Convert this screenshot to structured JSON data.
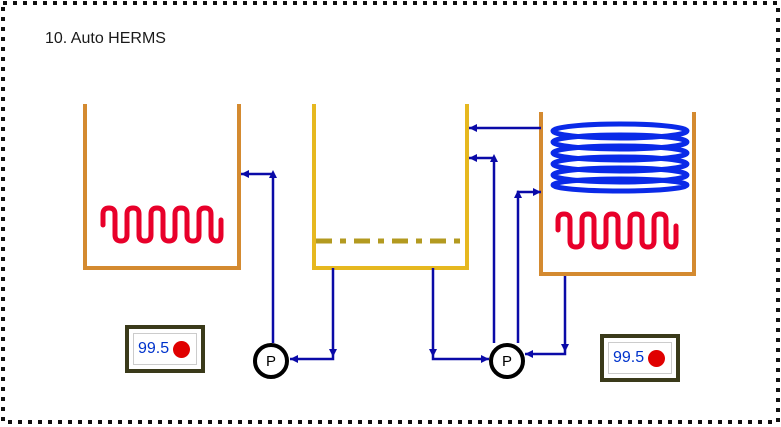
{
  "title": "10. Auto HERMS",
  "displays": [
    {
      "value": "99.5",
      "status_color": "#e00000"
    },
    {
      "value": "99.5",
      "status_color": "#e00000"
    }
  ],
  "pumps": [
    {
      "label": "P"
    },
    {
      "label": "P"
    }
  ],
  "colors": {
    "pipe": "#0a0aa8",
    "coil": "#0a2ae8",
    "heater": "#e8002a",
    "hlt_vessel": "#d48a30",
    "mash_vessel": "#e6b820",
    "false_bottom": "#b39a20",
    "frame": "#111111"
  }
}
